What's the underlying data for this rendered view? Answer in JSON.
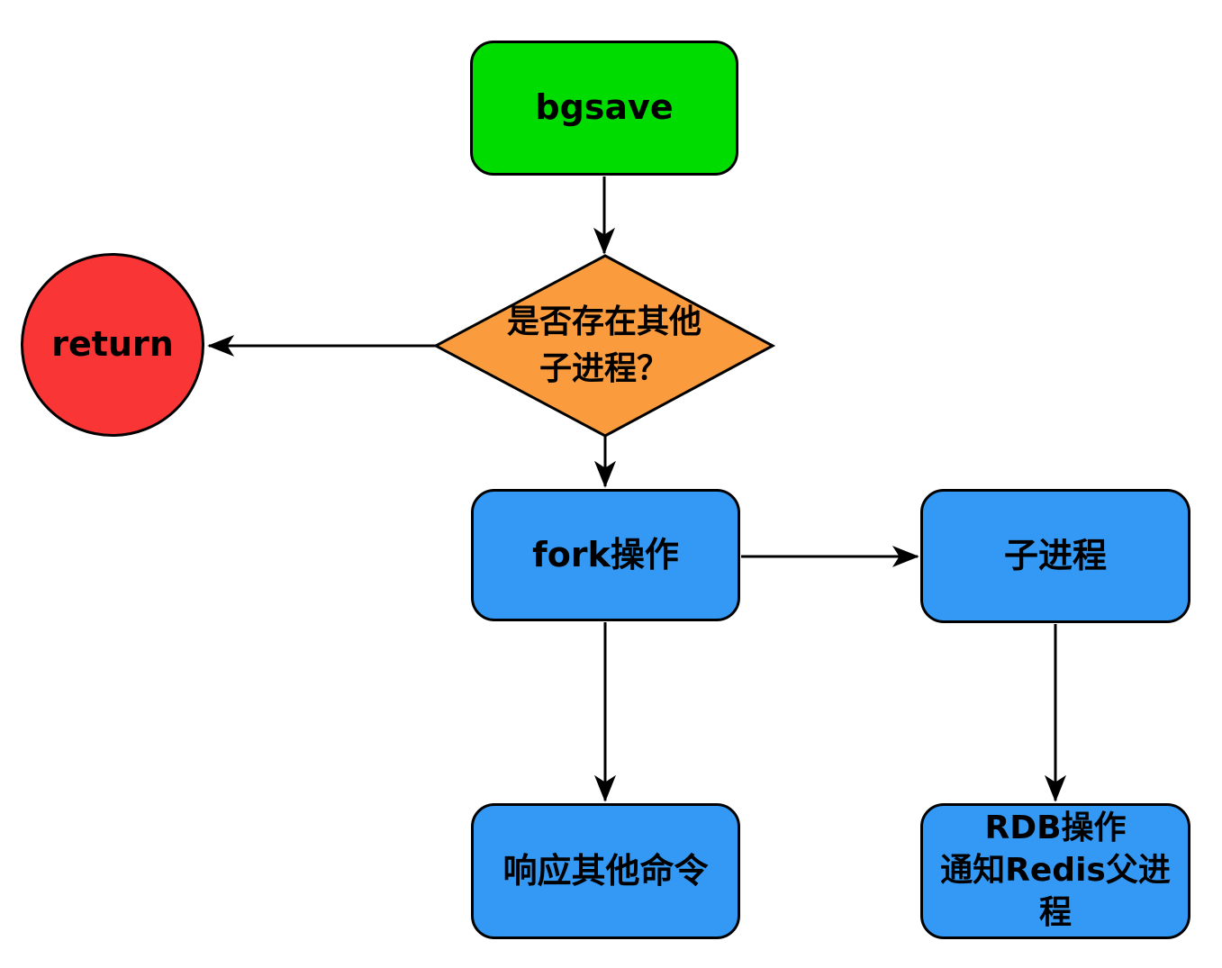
{
  "diagram": {
    "type": "flowchart",
    "topic": "Redis bgsave process flow",
    "colors": {
      "start_green": "#00DC00",
      "decision_orange": "#FA9C3E",
      "terminal_red": "#F93535",
      "process_blue": "#3399F4",
      "stroke_black": "#000000",
      "background": "#FFFFFF"
    },
    "nodes": {
      "bgsave": {
        "shape": "rounded-rect",
        "label": "bgsave"
      },
      "decision": {
        "shape": "diamond",
        "label_line1": "是否存在其他",
        "label_line2": "子进程？"
      },
      "return": {
        "shape": "circle",
        "label": "return"
      },
      "fork": {
        "shape": "rounded-rect",
        "label": "fork操作"
      },
      "child_process": {
        "shape": "rounded-rect",
        "label": "子进程"
      },
      "respond_other_commands": {
        "shape": "rounded-rect",
        "label": "响应其他命令"
      },
      "rdb_operation": {
        "shape": "rounded-rect",
        "label_line1": "RDB操作",
        "label_line2": "通知Redis父进程"
      }
    },
    "edges": [
      {
        "from": "bgsave",
        "to": "decision"
      },
      {
        "from": "decision",
        "to": "return"
      },
      {
        "from": "decision",
        "to": "fork"
      },
      {
        "from": "fork",
        "to": "child_process"
      },
      {
        "from": "fork",
        "to": "respond_other_commands"
      },
      {
        "from": "child_process",
        "to": "rdb_operation"
      }
    ]
  }
}
